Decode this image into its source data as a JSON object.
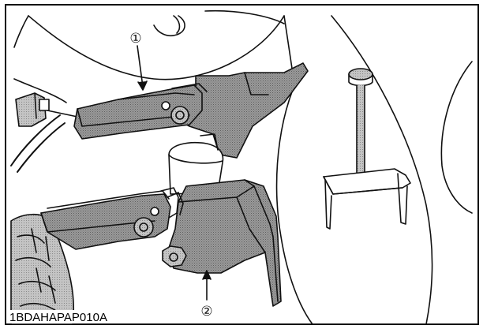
{
  "figure": {
    "code": "1BDAHAPAP010A",
    "callouts": [
      {
        "id": "1",
        "label": "①"
      },
      {
        "id": "2",
        "label": "②"
      }
    ],
    "colors": {
      "ink": "#111111",
      "part_fill": "#8c8c8c",
      "paper": "#ffffff"
    }
  }
}
